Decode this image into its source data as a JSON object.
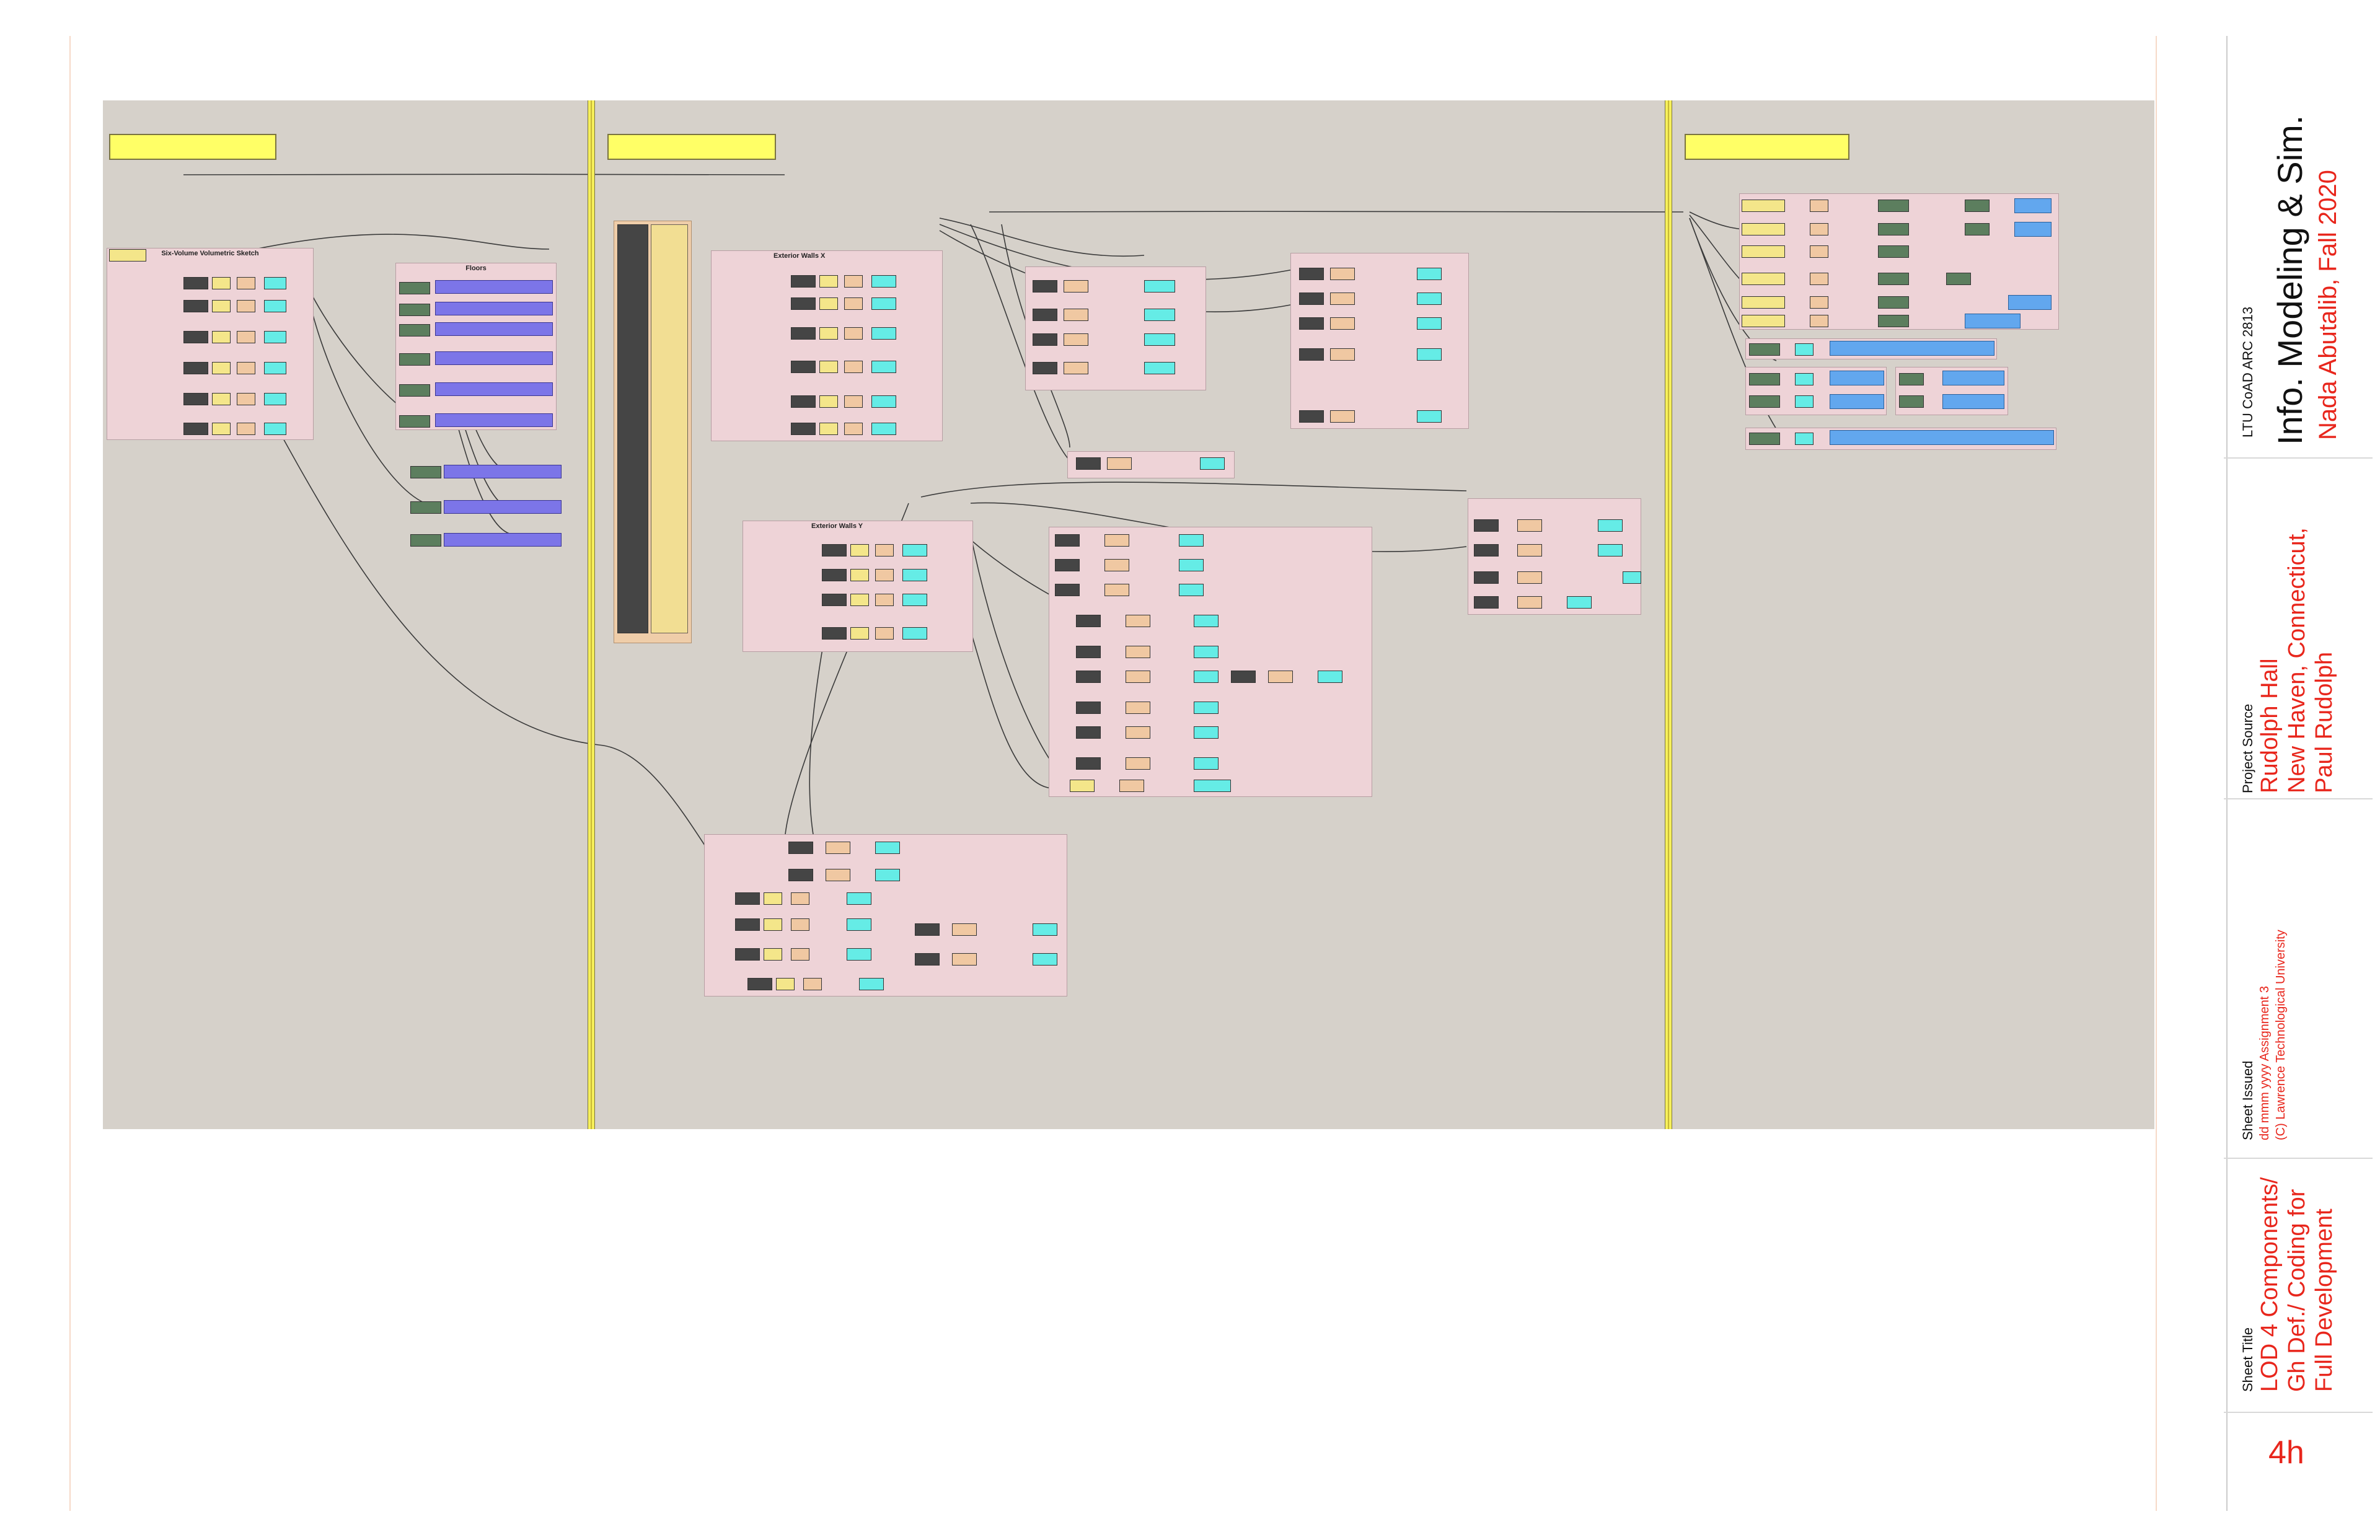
{
  "course": "LTU CoAD ARC 2813",
  "course_title": "Info. Modeling & Sim.",
  "author": "Nada Abutalib, Fall 2020",
  "project_source_label": "Project Source",
  "project_source_lines": [
    "Rudolph Hall",
    "New Haven, Connecticut,",
    "Paul Rudolph"
  ],
  "sheet_issued_label": "Sheet Issued",
  "sheet_issued_lines": [
    "dd mmm yyyy  Assignment 3",
    "(C) Lawrence Technological University"
  ],
  "sheet_title_label": "Sheet Title",
  "sheet_title_lines": [
    "LOD 4 Components/",
    "Gh Def./ Coding for",
    "Full Development"
  ],
  "sheet_number": "4h",
  "groups": {
    "six_volume": "Six-Volume Volumetric Sketch",
    "floors": "Floors",
    "ext_walls_x": "Exterior Walls X",
    "ext_walls_y": "Exterior Walls Y"
  },
  "colors": {
    "canvas": "#d6d1ca",
    "group_fill": "#eed3d7",
    "accent_red": "#e8261c",
    "yellow_label": "#ffff66",
    "purple": "#7c75e8",
    "blue": "#62a7ee",
    "cyan": "#65ece6"
  }
}
